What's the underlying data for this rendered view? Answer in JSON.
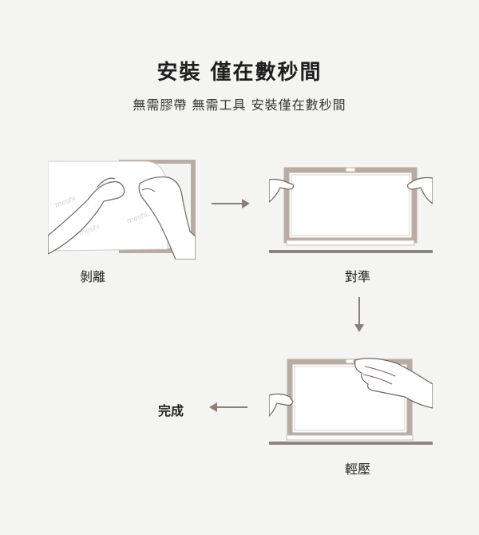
{
  "header": {
    "title": "安裝 僅在數秒間",
    "subtitle": "無需膠帶 無需工具 安裝僅在數秒間"
  },
  "steps": [
    {
      "label": "剝離"
    },
    {
      "label": "對準"
    },
    {
      "label": "輕壓"
    },
    {
      "label": "完成"
    }
  ],
  "film_watermark": "moshi",
  "colors": {
    "frame": "#b9ada3",
    "frame_dark": "#8d8078",
    "arrow": "#8a7f79",
    "line": "#6f6661",
    "screen": "#ffffff",
    "base": "#8f8580"
  }
}
